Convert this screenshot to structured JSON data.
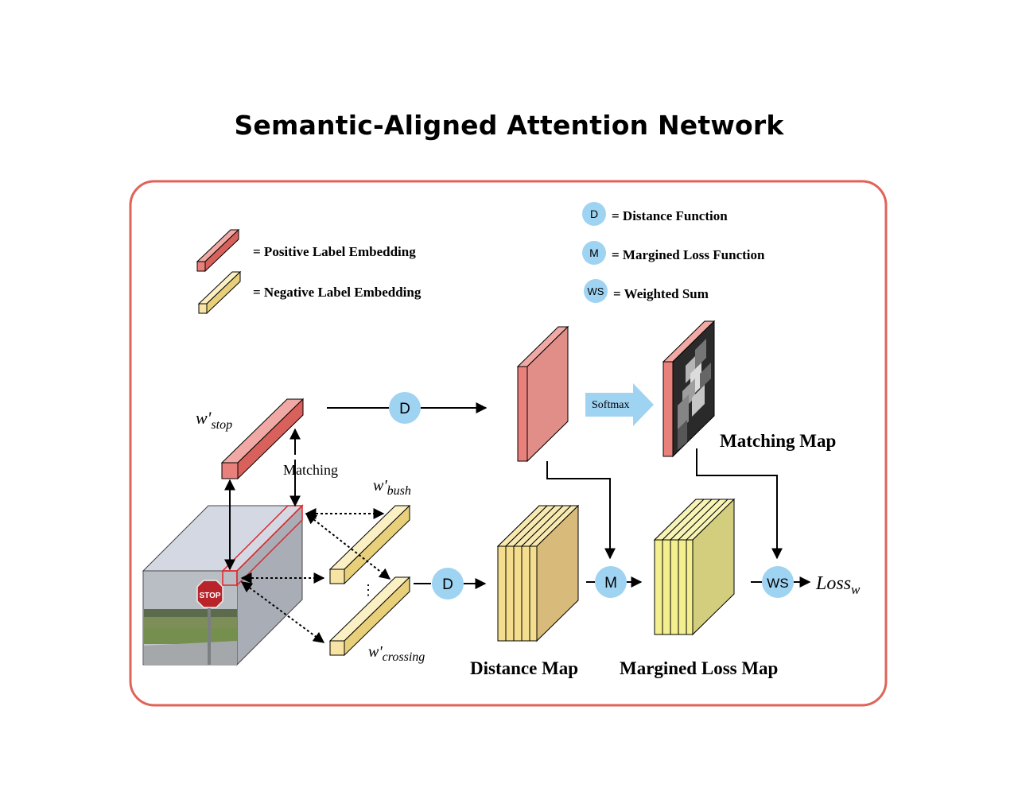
{
  "title": "Semantic-Aligned Attention Network",
  "legend": {
    "positive": "= Positive Label Embedding",
    "negative": "= Negative Label Embedding",
    "distance": {
      "symbol": "D",
      "text": "= Distance Function"
    },
    "margined": {
      "symbol": "M",
      "text": "= Margined Loss Function"
    },
    "weighted": {
      "symbol": "WS",
      "text": "= Weighted Sum"
    }
  },
  "nodes": {
    "d_top": "D",
    "d_bottom": "D",
    "m": "M",
    "ws": "WS"
  },
  "labels": {
    "w_stop_main": "w'",
    "w_stop_sub": "stop",
    "w_bush_main": "w'",
    "w_bush_sub": "bush",
    "w_crossing_main": "w'",
    "w_crossing_sub": "crossing",
    "matching": "Matching",
    "softmax": "Softmax",
    "matching_map": "Matching Map",
    "distance_map": "Distance Map",
    "margined_loss_map": "Margined Loss Map",
    "loss_main": "Loss",
    "loss_sub": "w",
    "vdots": "⋮",
    "stop_sign": "STOP"
  },
  "colors": {
    "frame": "#e06358",
    "positive_fill": "#e8807b",
    "negative_fill": "#f7e4a4",
    "node_fill": "#9fd3f2",
    "softmax_arrow": "#9fd3f2",
    "distance_map_fill": "#f4de8e",
    "loss_map_fill": "#f3ef8e"
  }
}
